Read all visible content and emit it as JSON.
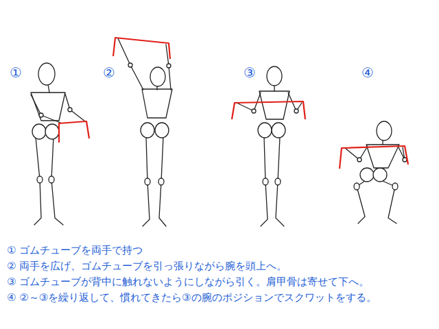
{
  "diagram": {
    "labels": [
      "①",
      "②",
      "③",
      "④",
      "① ゴムチューブを両手で持つ",
      "② 両手を広げ、ゴムチューブを引っ張りながら腕を頭上へ。",
      "③ ゴムチューブが背中に触れないようにしながら引く。肩甲骨は寄せて下へ。",
      "④ ②～③を繰り返して、慣れてきたら③の腕のポジションでスクワットをする。"
    ]
  }
}
